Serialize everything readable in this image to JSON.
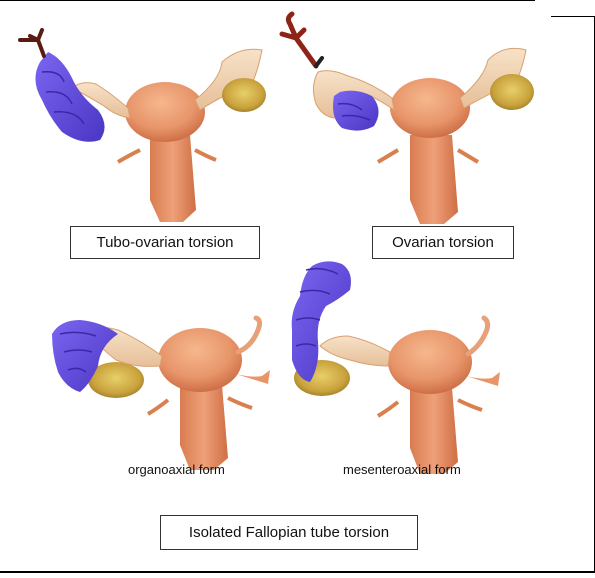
{
  "panels": {
    "tubo_ovarian": {
      "label": "Tubo-ovarian torsion"
    },
    "ovarian": {
      "label": "Ovarian torsion"
    },
    "organoaxial": {
      "label": "organoaxial form"
    },
    "mesenteroaxial": {
      "label": "mesenteroaxial form"
    }
  },
  "group_label": "Isolated Fallopian tube torsion",
  "colors": {
    "uterus": "#e8956a",
    "uterus_shade": "#c8673f",
    "tube": "#f0cfae",
    "ovary": "#d6b24a",
    "torsion": "#6650e0",
    "vessel": "#8e2418"
  }
}
